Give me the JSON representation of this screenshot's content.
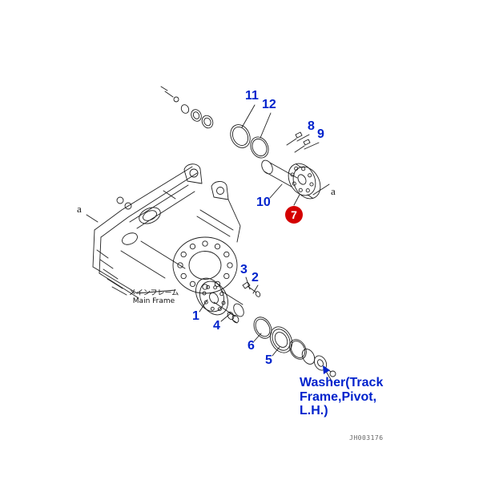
{
  "diagram": {
    "callouts": {
      "n1": "1",
      "n2": "2",
      "n3": "3",
      "n4": "4",
      "n5": "5",
      "n6": "6",
      "n7": "7",
      "n8": "8",
      "n9": "9",
      "n10": "10",
      "n11": "11",
      "n12": "12"
    },
    "highlighted": "n7",
    "section_markers": {
      "left": "a",
      "right": "a"
    },
    "frame_label": {
      "jp": "メインフレーム",
      "en": "Main Frame"
    },
    "washer_note": {
      "lines": [
        "Washer(Track",
        "Frame,Pivot,",
        "L.H.)"
      ]
    },
    "drawing_code": "JH003176",
    "colors": {
      "callout_blue": "#0022cc",
      "highlight_red": "#d40000",
      "highlight_text": "#ffffff",
      "line_black": "#1f1f1f",
      "code_gray": "#666666"
    }
  }
}
